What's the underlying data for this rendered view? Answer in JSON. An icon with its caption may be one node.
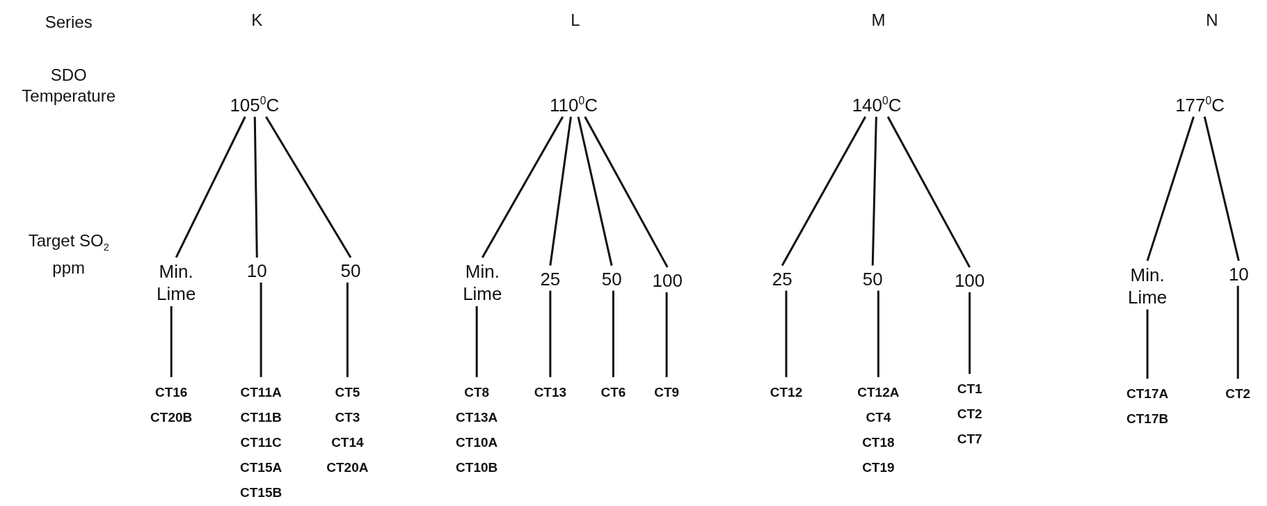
{
  "diagram": {
    "nodes": [
      {
        "text": [
          "105$^{0}$C"
        ]
      },
      {
        "text": [
          "110$^{0}$C"
        ]
      },
      {
        "text": [
          "140$^{0}$C"
        ]
      },
      {
        "text": [
          "177$^{0}$C"
        ]
      },
      {
        "text": [
          "Min. Lime"
        ]
      },
      {
        "text": [
          "10"
        ]
      },
      {
        "text": [
          "50"
        ]
      },
      {
        "text": [
          "Min. Lime"
        ]
      },
      {
        "text": [
          "25"
        ]
      },
      {
        "text": [
          "50"
        ]
      },
      {
        "text": [
          "100"
        ]
      },
      {
        "text": [
          "25"
        ]
      },
      {
        "text": [
          "50"
        ]
      },
      {
        "text": [
          "100"
        ]
      },
      {
        "text": [
          "Min. Lime"
        ]
      },
      {
        "text": [
          "10"
        ]
      },
      {
        "text": [
          "CT16",
          "CT20B"
        ]
      },
      {
        "text": [
          "CT11A",
          "CT11B",
          "CT11C",
          "CT15A",
          "CT15B"
        ]
      },
      {
        "text": [
          "CT5",
          "CT3",
          "CT14",
          "CT20A"
        ]
      },
      {
        "text": [
          "CT8",
          "CT13A",
          "CT10A",
          "CT10B"
        ]
      },
      {
        "text": [
          "CT13"
        ]
      },
      {
        "text": [
          "CT6"
        ]
      },
      {
        "text": [
          "CT9"
        ]
      },
      {
        "text": [
          "CT12"
        ]
      },
      {
        "text": [
          "CT12A",
          "CT4",
          "CT18",
          "CT19"
        ]
      },
      {
        "text": [
          "CT1",
          "CT2",
          "CT7"
        ]
      },
      {
        "text": [
          "CT17A",
          "CT17B"
        ]
      },
      {
        "text": [
          "CT2"
        ]
      }
    ],
    "edges": [
      {
        "from": 0,
        "to": 4,
        "arrow": "none"
      },
      {
        "from": 0,
        "to": 5,
        "arrow": "none"
      },
      {
        "from": 0,
        "to": 6,
        "arrow": "none"
      },
      {
        "from": 1,
        "to": 7,
        "arrow": "none"
      },
      {
        "from": 1,
        "to": 8,
        "arrow": "none"
      },
      {
        "from": 1,
        "to": 9,
        "arrow": "none"
      },
      {
        "from": 1,
        "to": 10,
        "arrow": "none"
      },
      {
        "from": 2,
        "to": 11,
        "arrow": "none"
      },
      {
        "from": 2,
        "to": 12,
        "arrow": "none"
      },
      {
        "from": 2,
        "to": 13,
        "arrow": "none"
      },
      {
        "from": 3,
        "to": 14,
        "arrow": "none"
      },
      {
        "from": 3,
        "to": 15,
        "arrow": "none"
      },
      {
        "from": 4,
        "to": 16,
        "arrow": "none"
      },
      {
        "from": 5,
        "to": 17,
        "arrow": "none"
      },
      {
        "from": 6,
        "to": 18,
        "arrow": "none"
      },
      {
        "from": 7,
        "to": 19,
        "arrow": "none"
      },
      {
        "from": 8,
        "to": 20,
        "arrow": "none"
      },
      {
        "from": 9,
        "to": 21,
        "arrow": "none"
      },
      {
        "from": 10,
        "to": 22,
        "arrow": "none"
      },
      {
        "from": 11,
        "to": 23,
        "arrow": "none"
      },
      {
        "from": 12,
        "to": 24,
        "arrow": "none"
      },
      {
        "from": 13,
        "to": 25,
        "arrow": "none"
      },
      {
        "from": 14,
        "to": 26,
        "arrow": "none"
      },
      {
        "from": 15,
        "to": 27,
        "arrow": "none"
      }
    ],
    "labels": [
      "Series",
      "K",
      "L",
      "M",
      "N",
      "SDO Temperature",
      "Target SO$_{2}$ ppm"
    ]
  }
}
